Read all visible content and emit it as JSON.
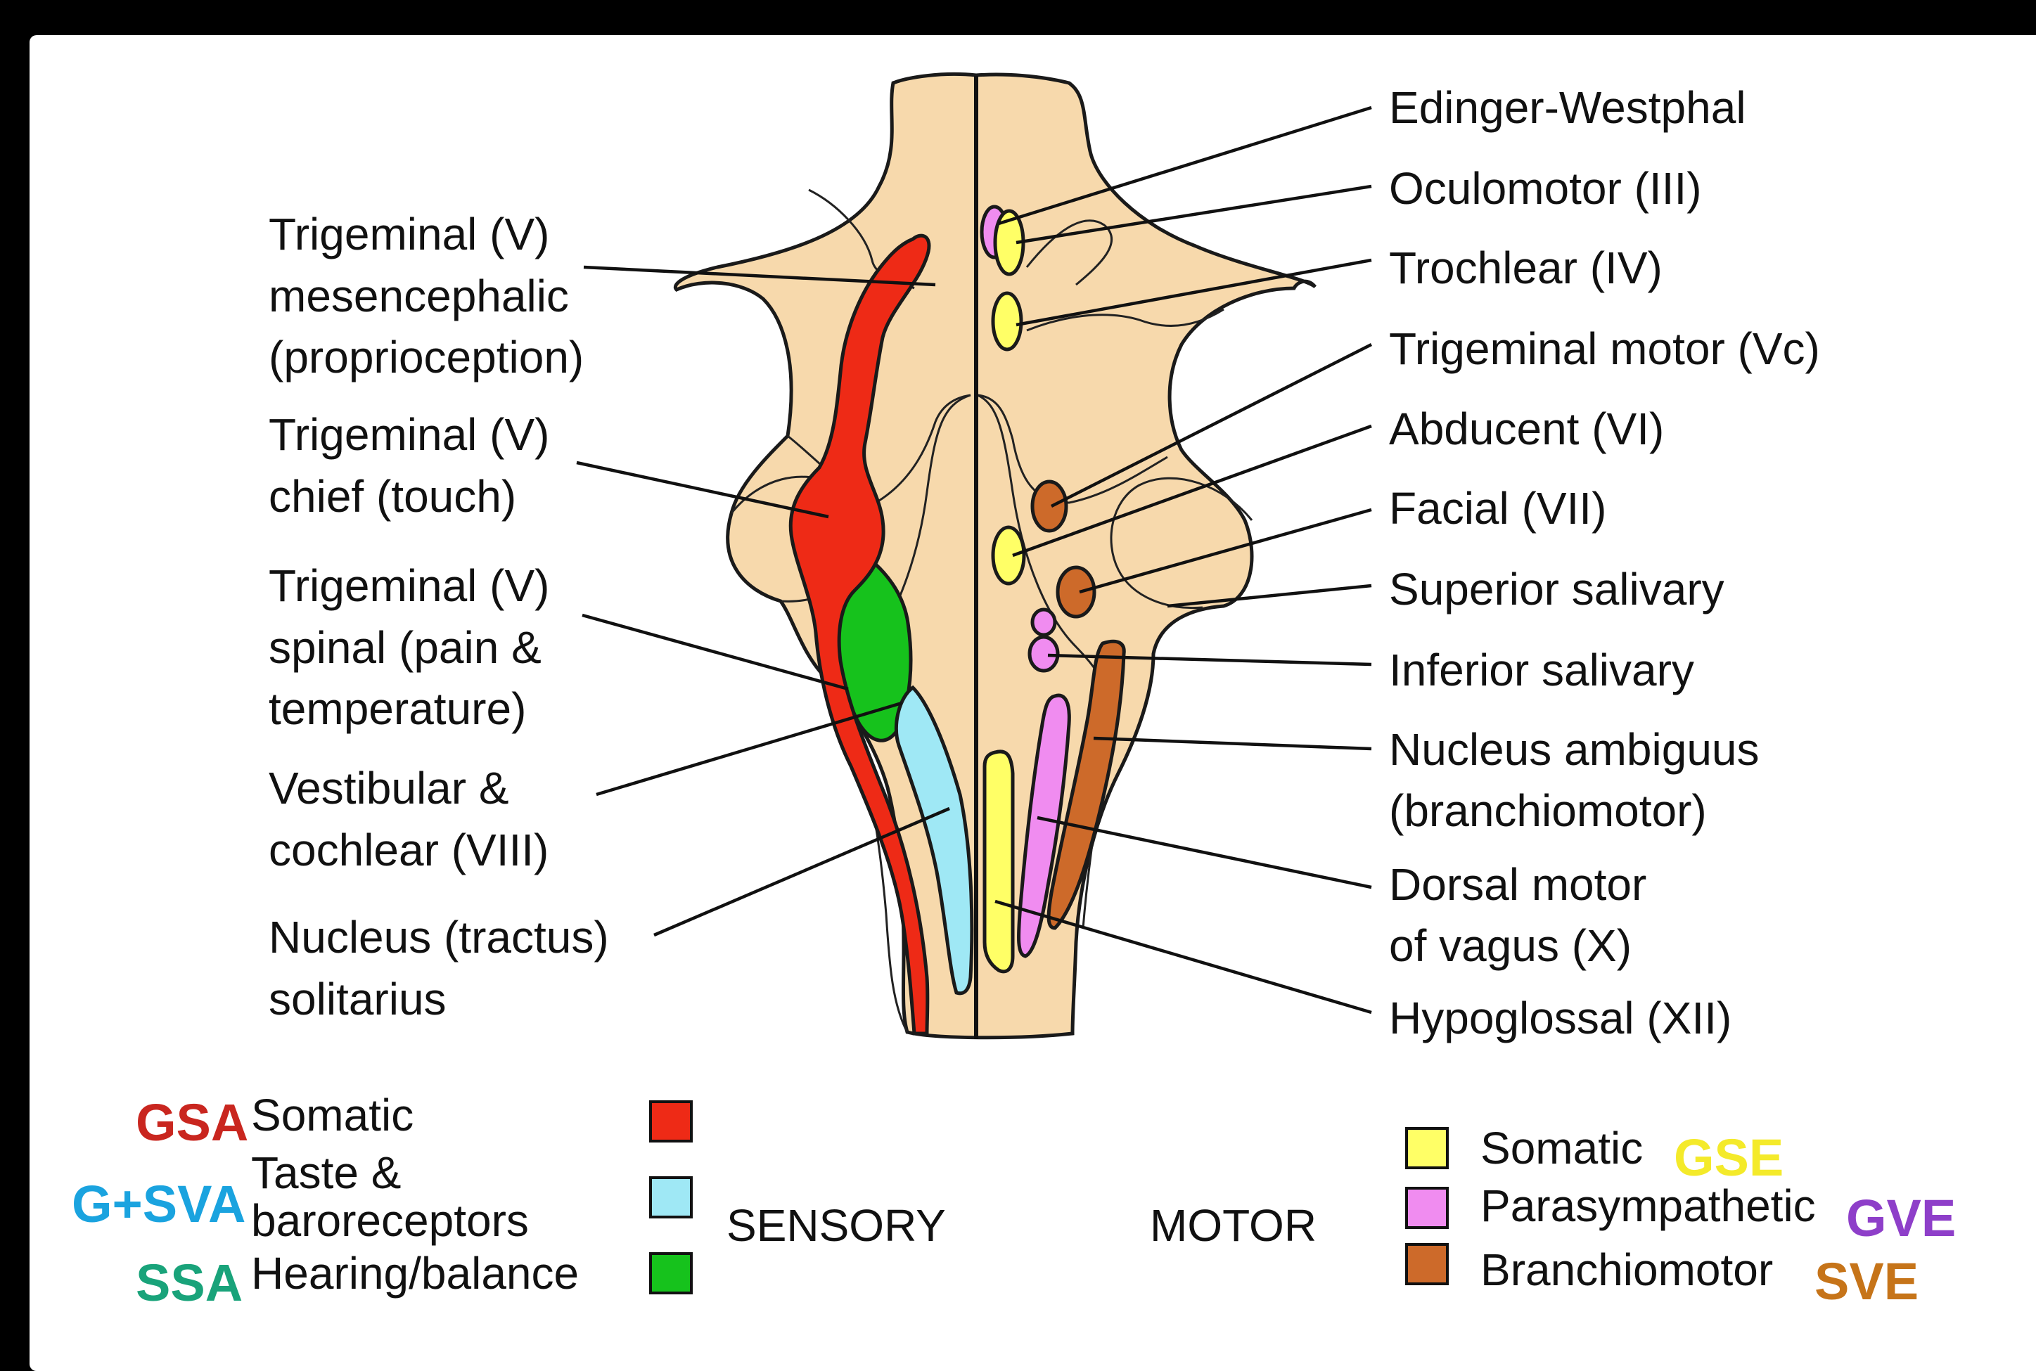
{
  "colors": {
    "background": "#000000",
    "panel": "#ffffff",
    "brainstem": "#f7d9ac",
    "gsa_red": "#ee2a16",
    "gsa_text": "#c9261f",
    "sva_cyan": "#9fe8f5",
    "sva_text": "#1aa3df",
    "ssa_green": "#16c21c",
    "ssa_text": "#19a37a",
    "gse_yellow": "#ffff66",
    "gse_text": "#f4ea2a",
    "gve_pink": "#f08cf0",
    "gve_text": "#8e3fc9",
    "sve_brown": "#cd6a2a",
    "sve_text": "#c67419"
  },
  "left_labels": {
    "mesencephalic": [
      "Trigeminal (V)",
      "mesencephalic",
      "(proprioception)"
    ],
    "chief": [
      "Trigeminal (V)",
      "chief (touch)"
    ],
    "spinal": [
      "Trigeminal (V)",
      "spinal (pain &",
      "temperature)"
    ],
    "vestibular": [
      "Vestibular &",
      "cochlear (VIII)"
    ],
    "solitarius": [
      "Nucleus (tractus)",
      "solitarius"
    ]
  },
  "right_labels": {
    "edinger": "Edinger-Westphal",
    "oculomotor": "Oculomotor (III)",
    "trochlear": "Trochlear (IV)",
    "trigeminal_motor": "Trigeminal motor (Vc)",
    "abducent": "Abducent (VI)",
    "facial": "Facial (VII)",
    "superior_salivary": "Superior salivary",
    "inferior_salivary": "Inferior salivary",
    "ambiguus": [
      "Nucleus ambiguus",
      "(branchiomotor)"
    ],
    "dorsal_vagus": [
      "Dorsal motor",
      "of vagus (X)"
    ],
    "hypoglossal": "Hypoglossal (XII)"
  },
  "legend": {
    "sensory_heading": "SENSORY",
    "motor_heading": "MOTOR",
    "sensory": [
      {
        "abbr": "GSA",
        "text": [
          "Somatic"
        ],
        "swatch": "gsa_red"
      },
      {
        "abbr": "G+SVA",
        "text": [
          "Taste &",
          "baroreceptors"
        ],
        "swatch": "sva_cyan"
      },
      {
        "abbr": "SSA",
        "text": [
          "Hearing/balance"
        ],
        "swatch": "ssa_green"
      }
    ],
    "motor": [
      {
        "abbr": "GSE",
        "text": "Somatic",
        "swatch": "gse_yellow"
      },
      {
        "abbr": "GVE",
        "text": "Parasympathetic",
        "swatch": "gve_pink"
      },
      {
        "abbr": "SVE",
        "text": "Branchiomotor",
        "swatch": "sve_brown"
      }
    ]
  }
}
